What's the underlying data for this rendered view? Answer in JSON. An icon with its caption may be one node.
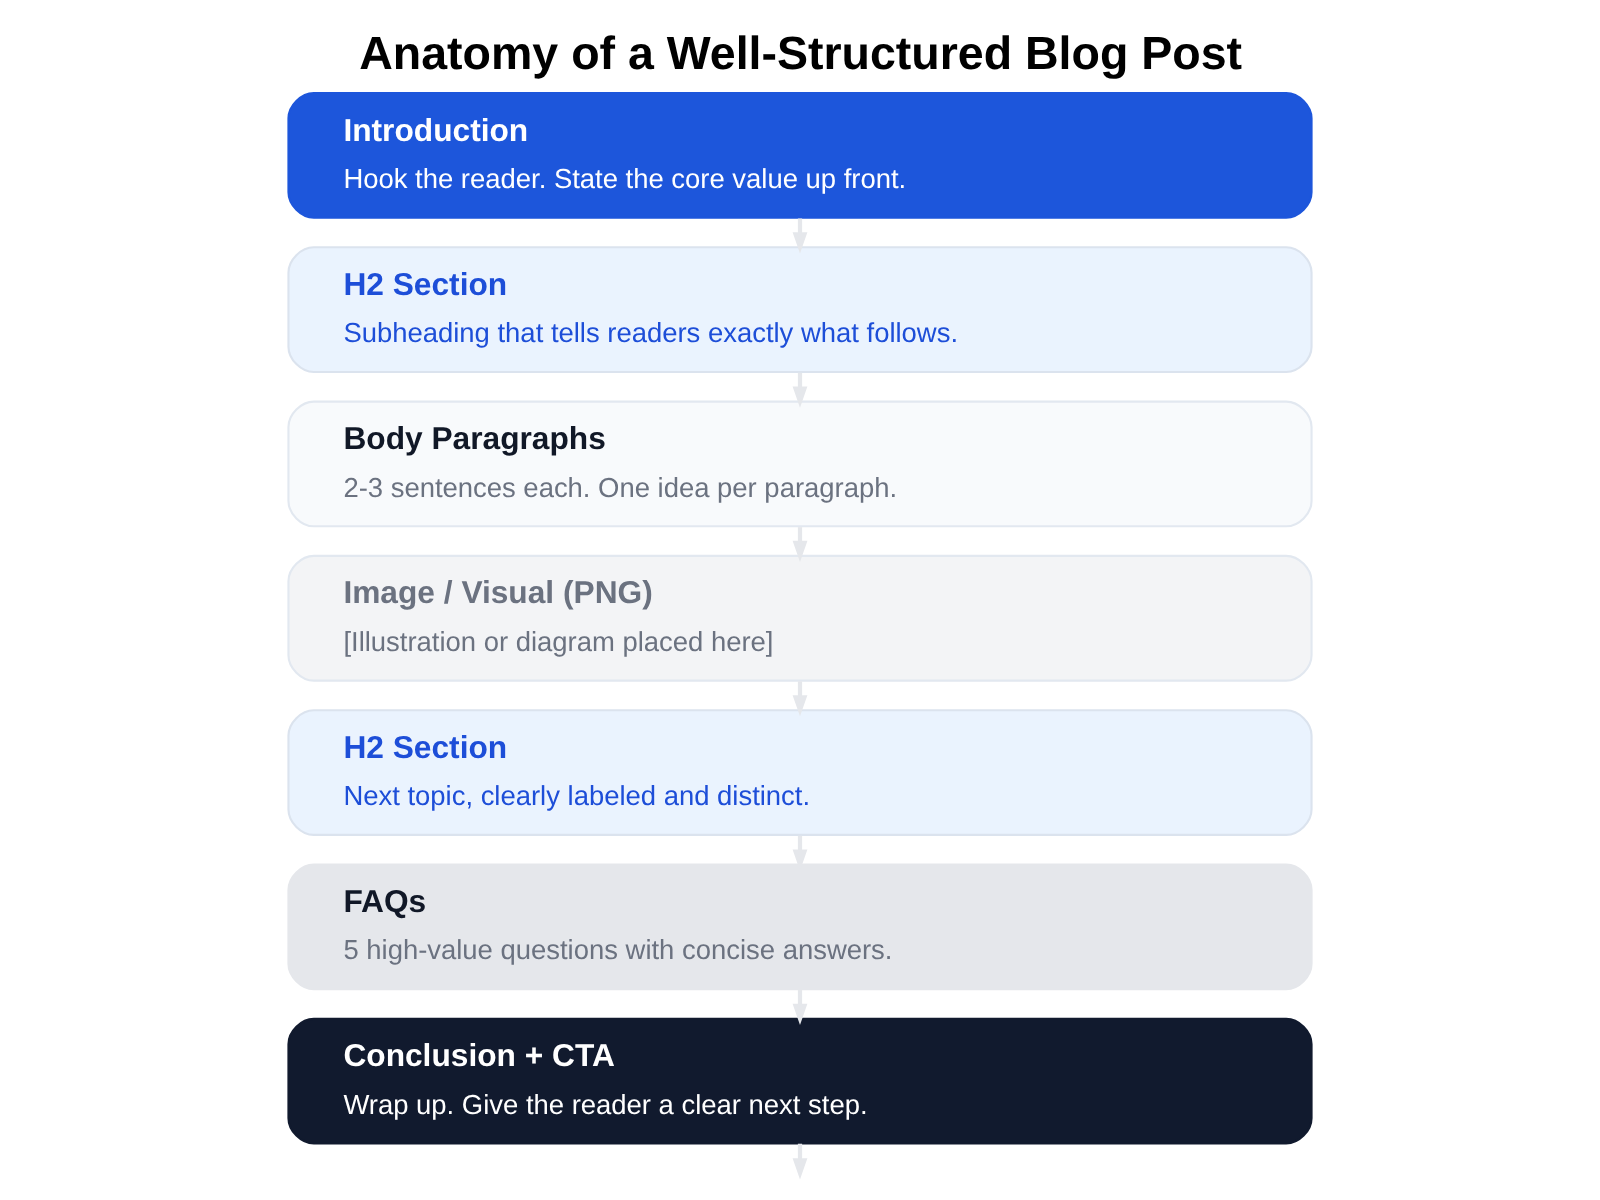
{
  "diagram": {
    "title": "Anatomy of a Well-Structured Blog Post",
    "nodes": [
      {
        "text": [
          "Introduction",
          "Hook the reader. State the core value up front."
        ]
      },
      {
        "text": [
          "H2 Section",
          "Subheading that tells readers exactly what follows."
        ]
      },
      {
        "text": [
          "Body Paragraphs",
          "2-3 sentences each. One idea per paragraph."
        ]
      },
      {
        "text": [
          "Image / Visual (PNG)",
          "[Illustration or diagram placed here]"
        ]
      },
      {
        "text": [
          "H2 Section",
          "Next topic, clearly labeled and distinct."
        ]
      },
      {
        "text": [
          "FAQs",
          "5 high-value questions with concise answers."
        ]
      },
      {
        "text": [
          "Conclusion + CTA",
          "Wrap up. Give the reader a clear next step."
        ]
      }
    ],
    "edges": [
      {
        "from": 0,
        "to": 1,
        "arrow": "to"
      },
      {
        "from": 1,
        "to": 2,
        "arrow": "to"
      },
      {
        "from": 2,
        "to": 3,
        "arrow": "to"
      },
      {
        "from": 3,
        "to": 4,
        "arrow": "to"
      },
      {
        "from": 4,
        "to": 5,
        "arrow": "to"
      },
      {
        "from": 5,
        "to": 6,
        "arrow": "to"
      },
      {
        "from": 6,
        "to": null,
        "arrow": "to"
      }
    ]
  }
}
